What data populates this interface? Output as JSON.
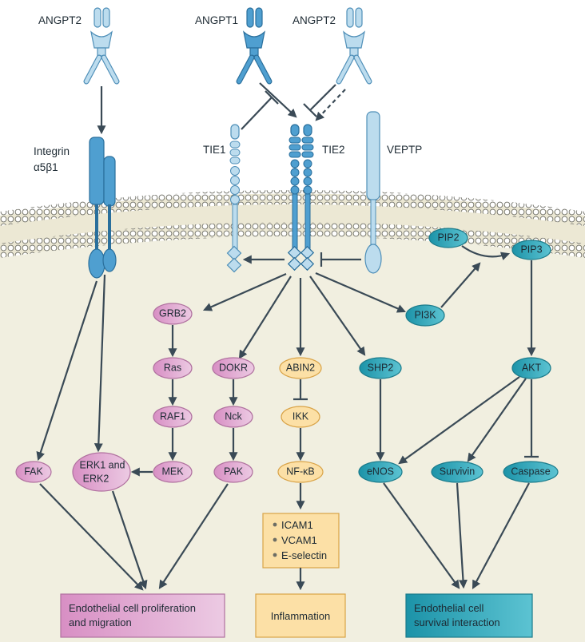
{
  "colors": {
    "pink_fill": "#e7b6d9",
    "pink_stroke": "#b0719f",
    "yellow_fill": "#fce0a6",
    "yellow_stroke": "#d9a347",
    "teal_fill": "#3ab0c2",
    "teal_stroke": "#1b7b8b",
    "receptor_fill": "#4f9fd0",
    "receptor_light": "#bcdcee",
    "membrane": "#ece9d8",
    "cytoplasm": "#f1efe0",
    "arrow": "#3a4a56"
  },
  "ligands": {
    "angpt2_left": "ANGPT2",
    "angpt1": "ANGPT1",
    "angpt2_right": "ANGPT2"
  },
  "receptors": {
    "integrin": [
      "Integrin",
      "α5β1"
    ],
    "tie1": "TIE1",
    "tie2": "TIE2",
    "veptp": "VEPTP"
  },
  "nodes": {
    "grb2": "GRB2",
    "ras": "Ras",
    "raf1": "RAF1",
    "mek": "MEK",
    "erk": [
      "ERK1 and",
      "ERK2"
    ],
    "fak": "FAK",
    "dokr": "DOKR",
    "nck": "Nck",
    "pak": "PAK",
    "abin2": "ABIN2",
    "ikk": "IKK",
    "nfkb": "NF-κB",
    "shp2": "SHP2",
    "pi3k": "PI3K",
    "pip2": "PIP2",
    "pip3": "PIP3",
    "akt": "AKT",
    "enos": "eNOS",
    "survivin": "Survivin",
    "caspase": "Caspase"
  },
  "adhesion_box": {
    "items": [
      "ICAM1",
      "VCAM1",
      "E-selectin"
    ]
  },
  "outcomes": {
    "proliferation": [
      "Endothelial cell proliferation",
      "and migration"
    ],
    "inflammation": "Inflammation",
    "survival": [
      "Endothelial cell",
      "survival interaction"
    ]
  }
}
